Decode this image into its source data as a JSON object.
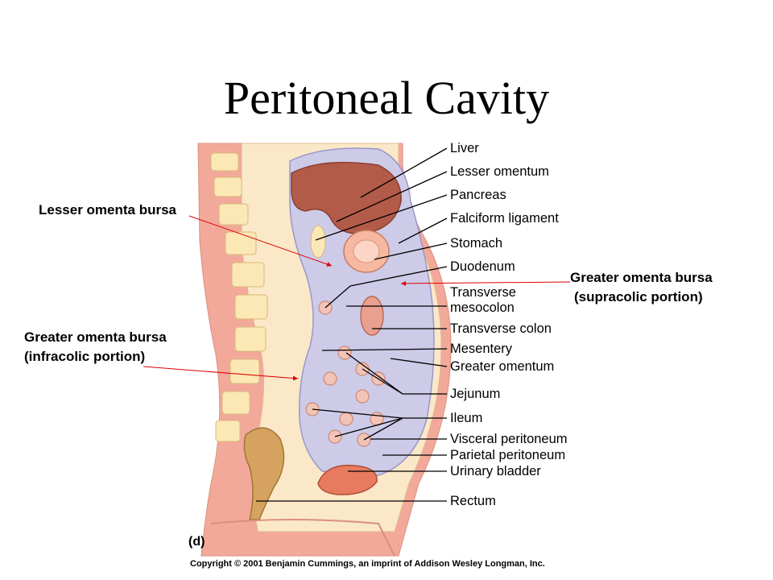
{
  "title": "Peritoneal Cavity",
  "panel_label": "(d)",
  "copyright": "Copyright © 2001 Benjamin Cummings, an imprint of Addison Wesley Longman, Inc.",
  "right_labels": [
    "Liver",
    "Lesser omentum",
    "Pancreas",
    "Falciform ligament",
    "Stomach",
    "Duodenum",
    "Transverse",
    "mesocolon",
    "Transverse colon",
    "Mesentery",
    "Greater omentum",
    "Jejunum",
    "Ileum",
    "Visceral peritoneum",
    "Parietal peritoneum",
    "Urinary bladder",
    "Rectum"
  ],
  "callouts": {
    "lesser_bursa": "Lesser omenta bursa",
    "greater_supra_line1": "Greater omenta bursa",
    "greater_supra_line2": "(supracolic portion)",
    "greater_infra_line1": "Greater omenta bursa",
    "greater_infra_line2": "(infracolic portion)"
  },
  "colors": {
    "skin": "#f2a99a",
    "muscle": "#f6c1b2",
    "bone": "#fbe8b5",
    "peritoneal_space": "#cdcbe8",
    "liver": "#b35b49",
    "stomach": "#f6b8a0",
    "bladder": "#e87a60",
    "rectum": "#d5a35f",
    "callout_arrow": "#e00000"
  }
}
